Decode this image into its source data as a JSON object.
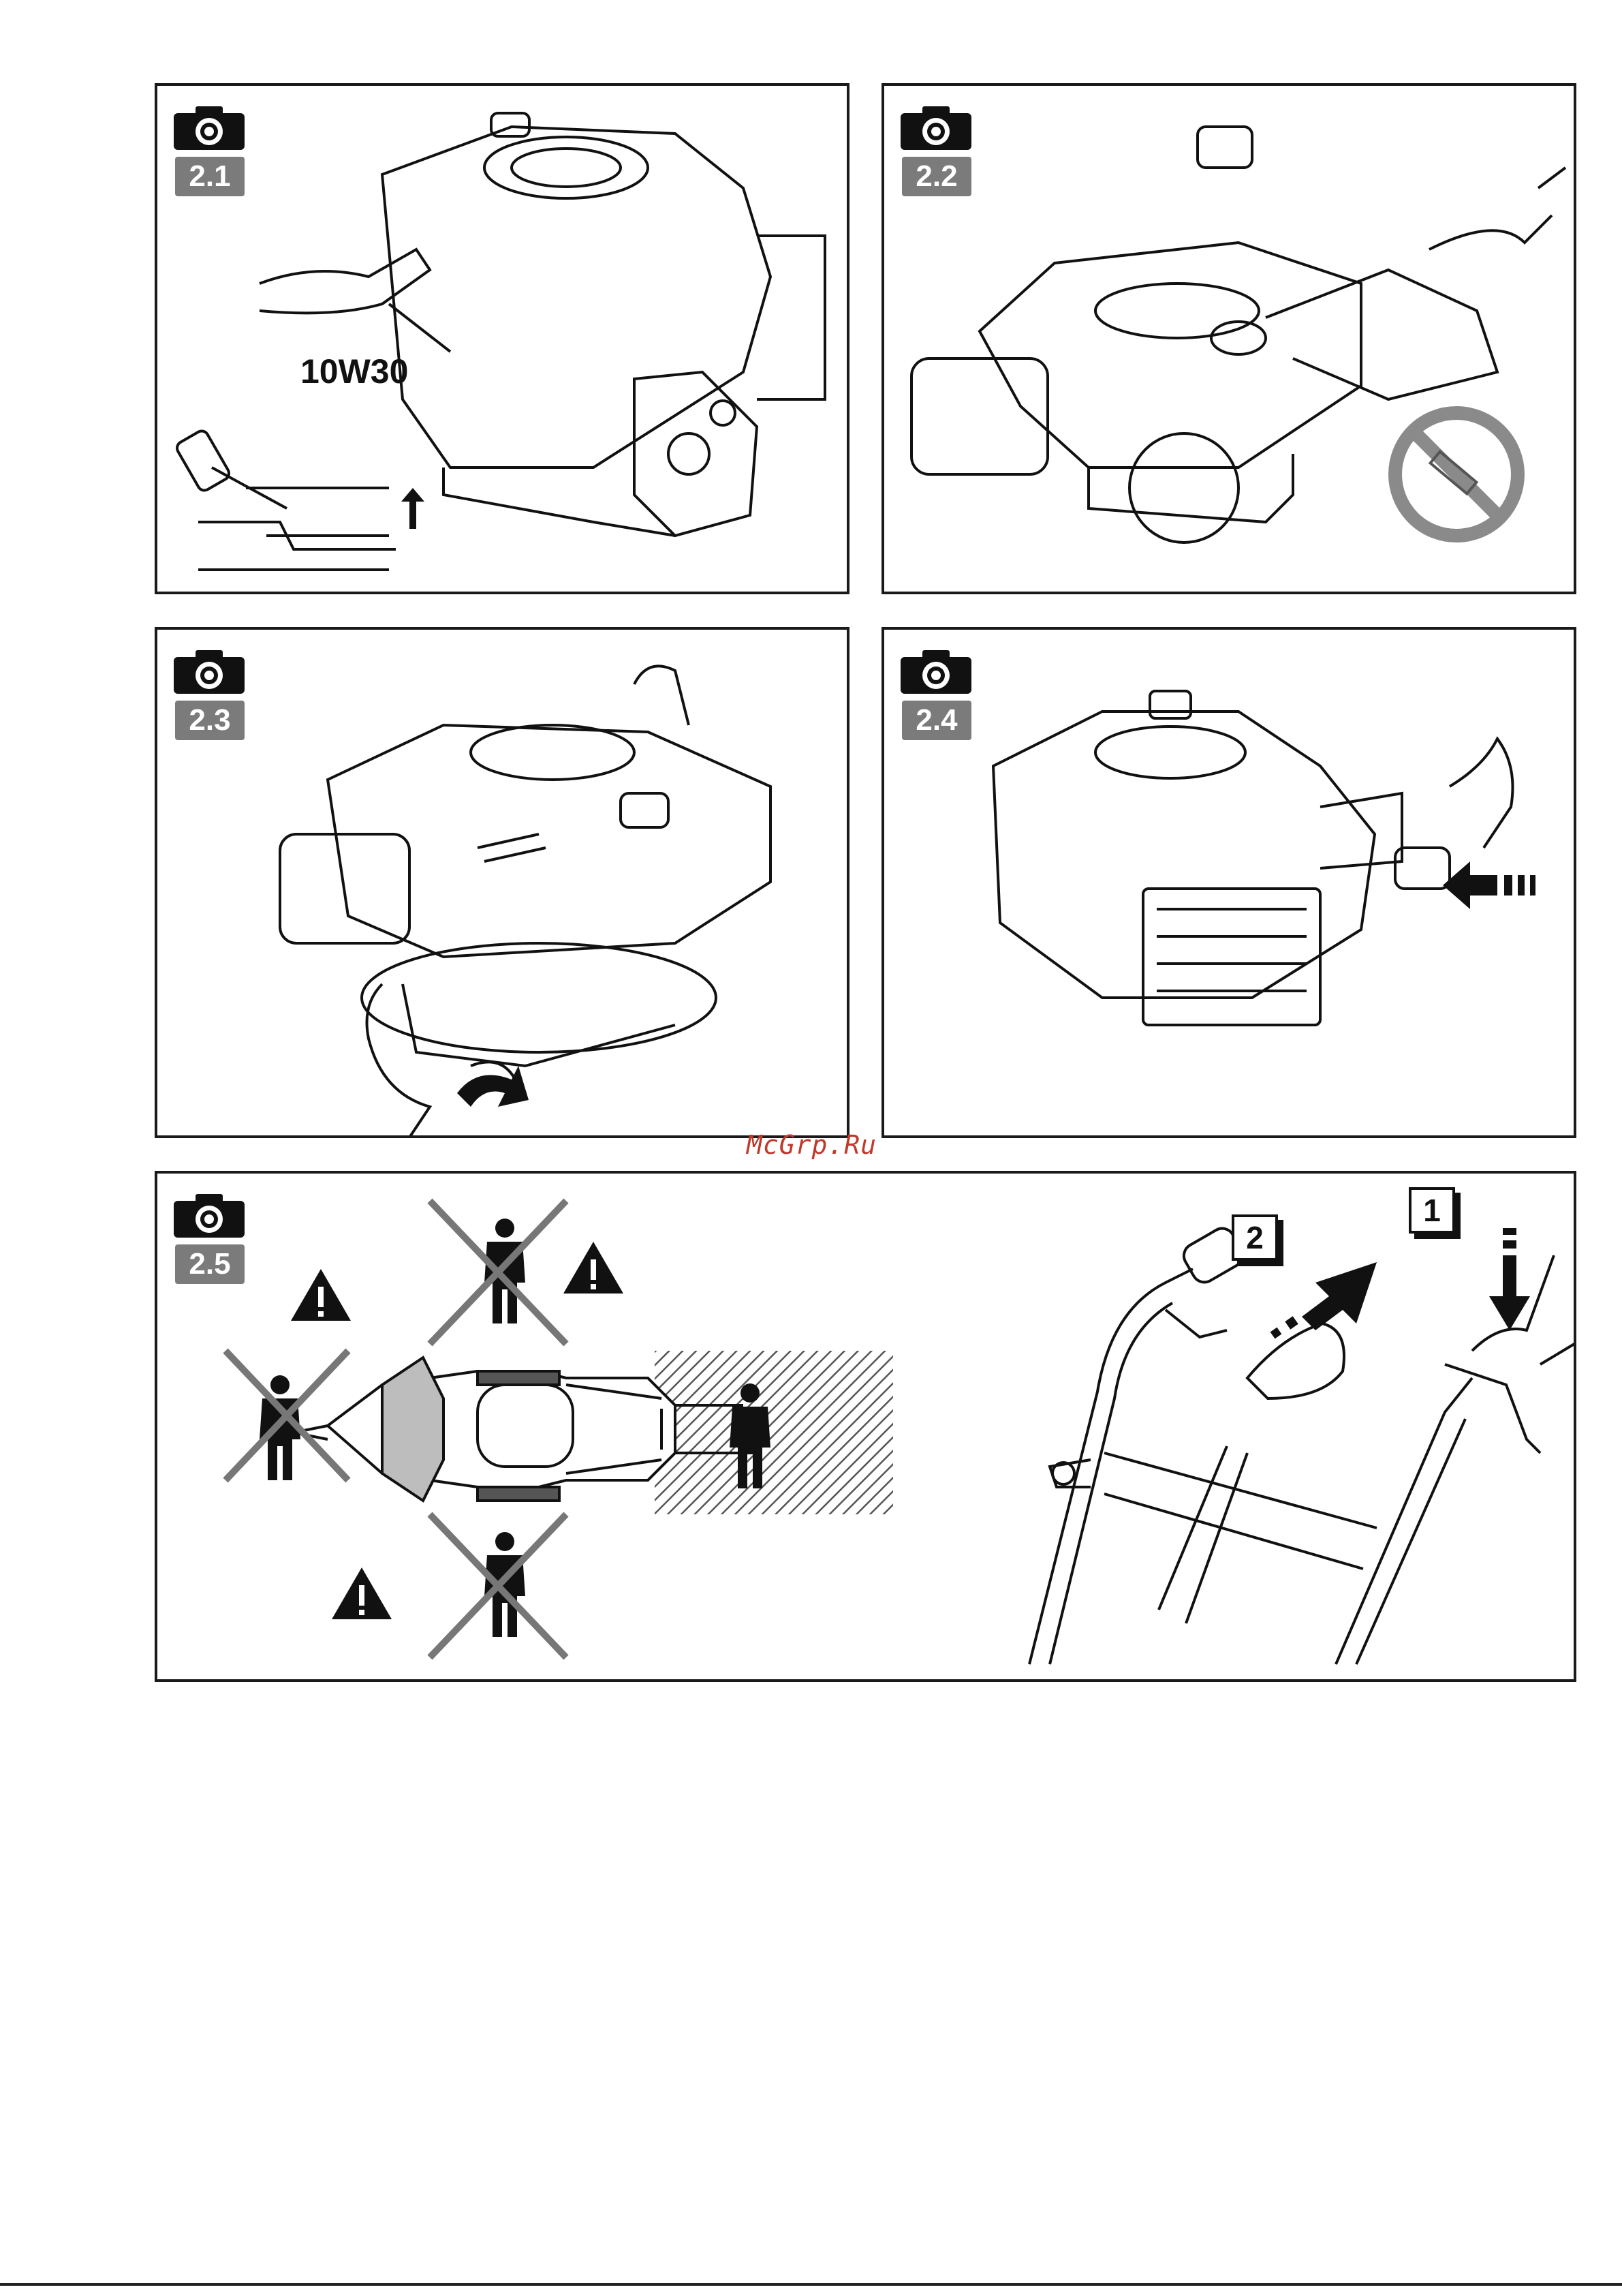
{
  "panels": [
    {
      "id": "2.1",
      "badge": "2.1",
      "oil_label": "10W30",
      "icons": [
        "camera-icon",
        "oil-dipstick-icon",
        "engine-icon",
        "hand-icon",
        "key-dipstick-icon",
        "arrow-up-icon"
      ]
    },
    {
      "id": "2.2",
      "badge": "2.2",
      "icons": [
        "camera-icon",
        "fuel-cap-icon",
        "engine-icon",
        "fuel-can-icon",
        "no-smoking-icon"
      ]
    },
    {
      "id": "2.3",
      "badge": "2.3",
      "icons": [
        "camera-icon",
        "engine-icon",
        "hand-icon",
        "curved-arrow-icon"
      ]
    },
    {
      "id": "2.4",
      "badge": "2.4",
      "icons": [
        "camera-icon",
        "engine-icon",
        "hand-icon",
        "push-arrow-icon"
      ]
    },
    {
      "id": "2.5",
      "badge": "2.5",
      "step_1": "1",
      "step_2": "2",
      "icons": [
        "camera-icon",
        "warning-icon",
        "person-crossed-icon",
        "mower-top-view-icon",
        "operator-zone-icon",
        "mower-handle-icon"
      ]
    }
  ],
  "watermark": "McGrp.Ru"
}
